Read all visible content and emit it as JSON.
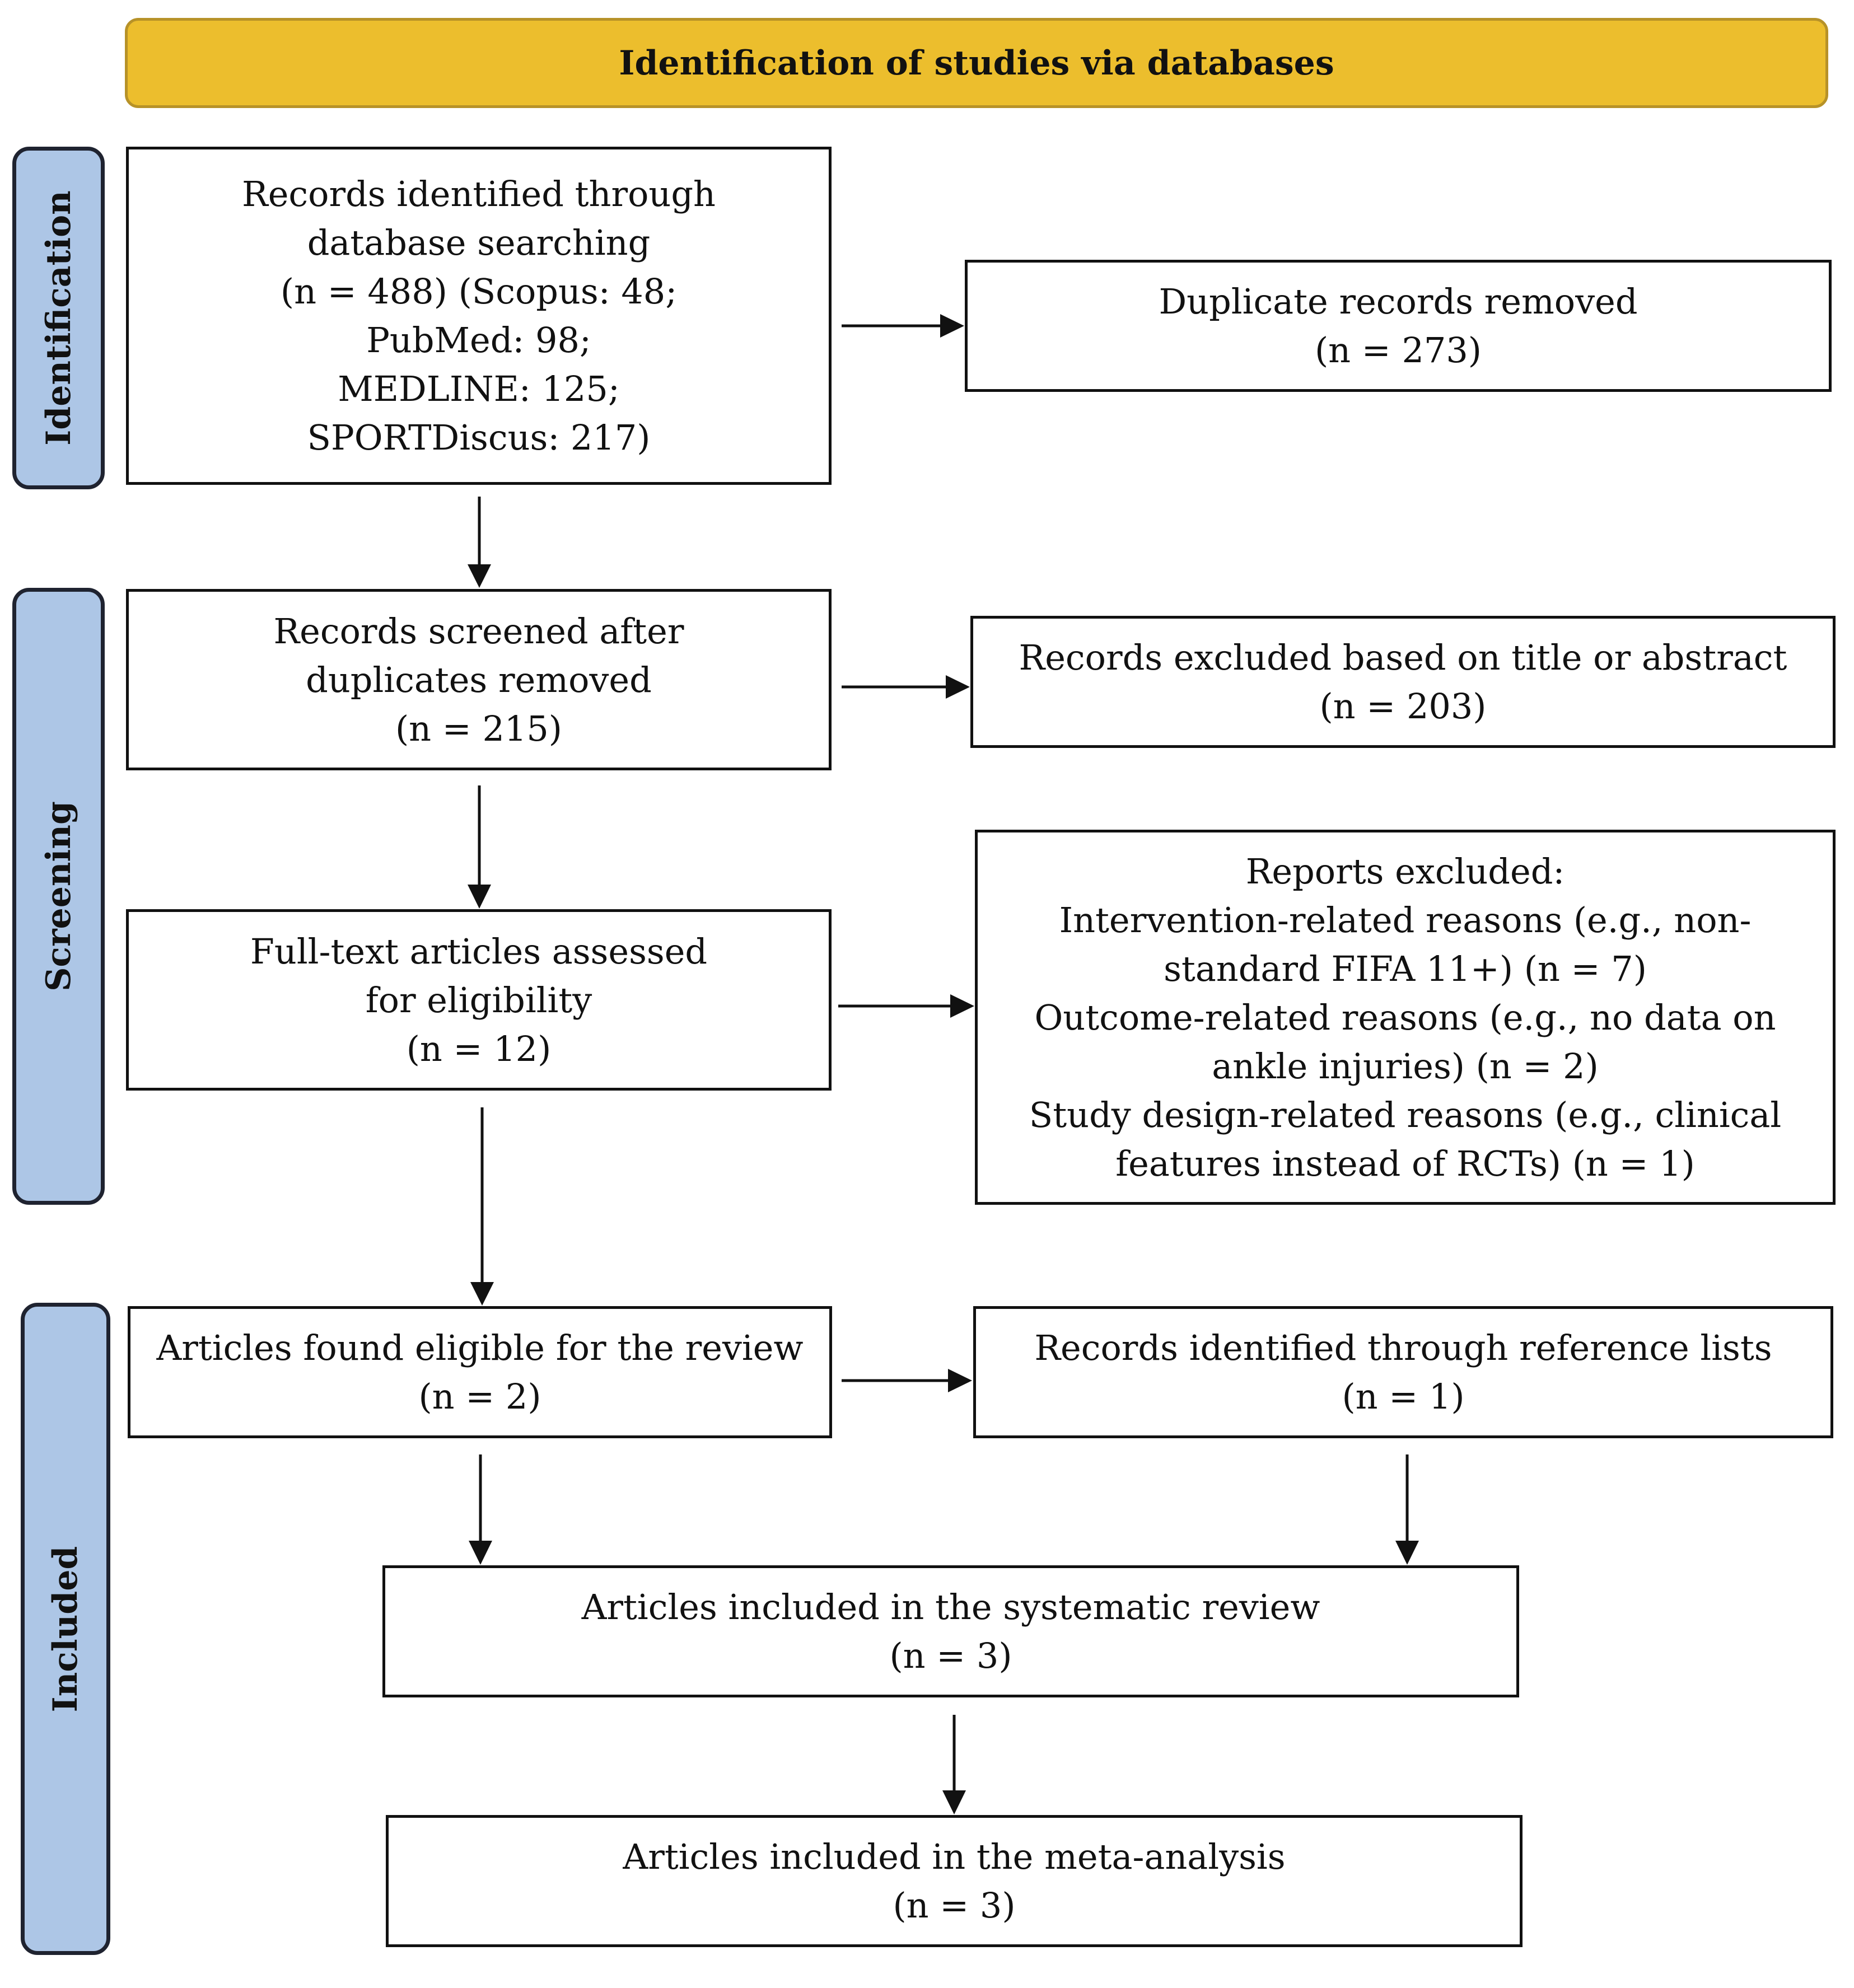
{
  "header": {
    "title": "Identification of studies via databases"
  },
  "phases": {
    "identification": "Identification",
    "screening": "Screening",
    "included": "Included"
  },
  "boxes": {
    "records_identified": {
      "lines": [
        "Records identified through database searching",
        "(n = 488) (Scopus: 48; PubMed: 98;",
        "MEDLINE: 125; SPORTDiscus: 217)"
      ]
    },
    "duplicates_removed": {
      "lines": [
        "Duplicate records removed",
        "(n = 273)"
      ]
    },
    "records_screened": {
      "lines": [
        "Records screened after duplicates removed",
        "(n = 215)"
      ]
    },
    "records_excluded": {
      "lines": [
        "Records excluded based on title or abstract",
        "(n = 203)"
      ]
    },
    "fulltext_assessed": {
      "lines": [
        "Full-text articles assessed",
        "for eligibility",
        "(n = 12)"
      ]
    },
    "reports_excluded": {
      "lines": [
        "Reports excluded:",
        "Intervention-related reasons (e.g., non-",
        "standard FIFA 11+) (n = 7)",
        "Outcome-related reasons (e.g., no data on",
        "ankle injuries) (n = 2)",
        "Study design-related reasons (e.g., clinical",
        "features instead of RCTs) (n = 1)"
      ]
    },
    "articles_eligible": {
      "lines": [
        "Articles found eligible for the review",
        "(n = 2)"
      ]
    },
    "reference_lists": {
      "lines": [
        "Records identified through reference lists",
        "(n = 1)"
      ]
    },
    "systematic_review": {
      "lines": [
        "Articles included in the systematic review",
        "(n = 3)"
      ]
    },
    "meta_analysis": {
      "lines": [
        "Articles included in the meta-analysis",
        "(n = 3)"
      ]
    }
  }
}
